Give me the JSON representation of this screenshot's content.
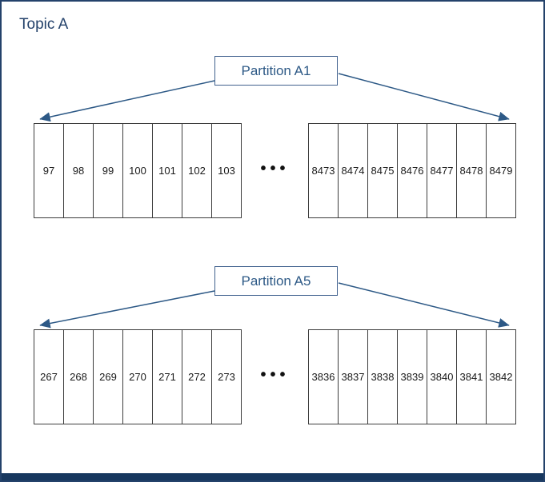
{
  "topic": {
    "title": "Topic A"
  },
  "ellipsis": "•••",
  "colors": {
    "border": "#24426B",
    "partition_accent": "#2D5986",
    "bottom_bar": "#17375E"
  },
  "partitions": [
    {
      "label": "Partition A1",
      "left_cells": [
        "97",
        "98",
        "99",
        "100",
        "101",
        "102",
        "103"
      ],
      "right_cells": [
        "8473",
        "8474",
        "8475",
        "8476",
        "8477",
        "8478",
        "8479"
      ]
    },
    {
      "label": "Partition A5",
      "left_cells": [
        "267",
        "268",
        "269",
        "270",
        "271",
        "272",
        "273"
      ],
      "right_cells": [
        "3836",
        "3837",
        "3838",
        "3839",
        "3840",
        "3841",
        "3842"
      ]
    }
  ]
}
